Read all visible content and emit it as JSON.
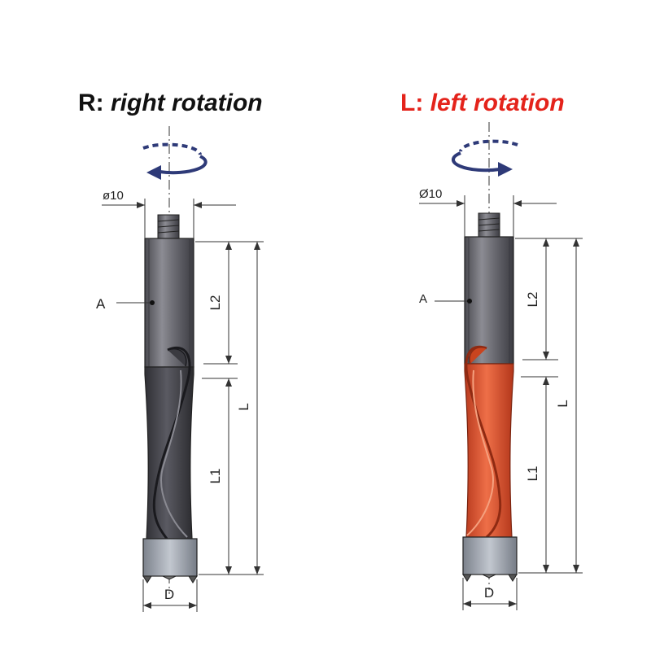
{
  "titles": {
    "right": {
      "tag": "R:",
      "text": "right rotation",
      "color": "#111111"
    },
    "left": {
      "tag": "L:",
      "text": "left rotation",
      "color": "#e4231b"
    }
  },
  "labels": {
    "shank_diameter_left": "ø10",
    "shank_diameter_right": "Ø10",
    "shank": "A",
    "shank_length": "L2",
    "flute_length": "L1",
    "total_length": "L",
    "diameter": "D"
  },
  "colors": {
    "right_body": "#3f3f44",
    "left_body": "#d95431",
    "shank": "#6a6a70",
    "tip": "#9aa0aa",
    "arrow": "#2e3a78"
  },
  "icons": [
    "rotation-arrow-icon"
  ]
}
